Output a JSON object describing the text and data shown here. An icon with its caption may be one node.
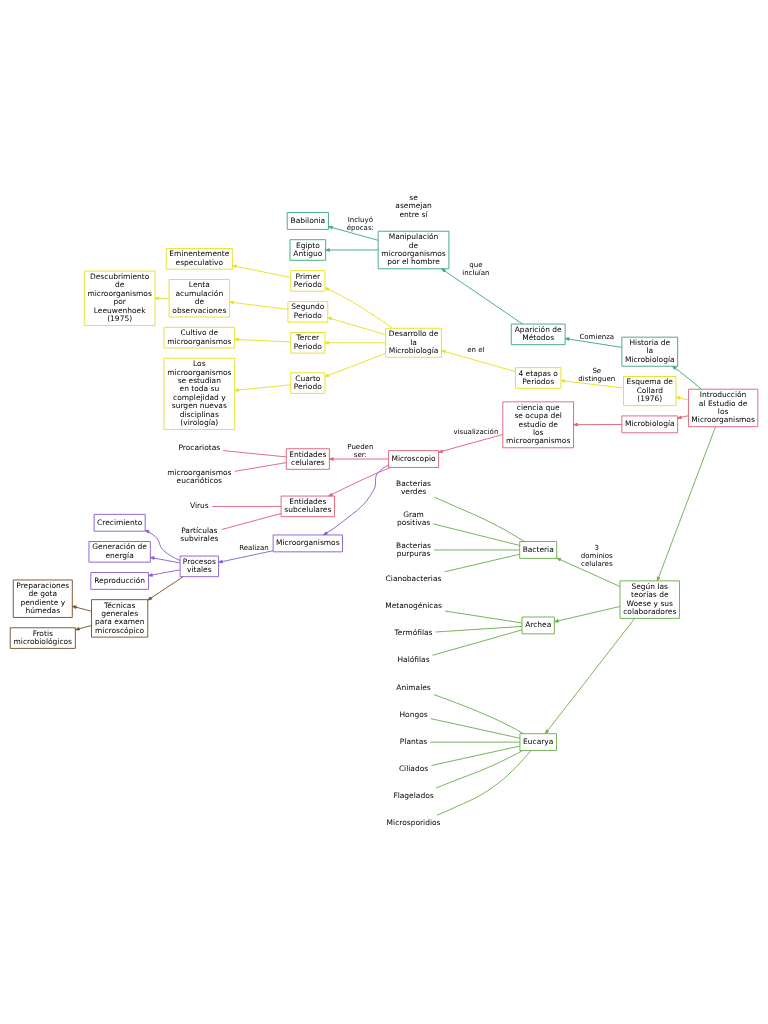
{
  "diagram": {
    "nodes": [
      {
        "text": [
          "Introducción al Estudio de los Microorganismos"
        ]
      },
      {
        "text": [
          "Historia de la Microbiología"
        ]
      },
      {
        "text": [
          "Aparición de Métodos"
        ]
      },
      {
        "text": [
          "Manipulación de microorganismos por el hombre"
        ]
      },
      {
        "text": [
          "Babilonia"
        ]
      },
      {
        "text": [
          "Egipto Antiguo"
        ]
      },
      {
        "text": [
          "Esquema de Collard (1976)"
        ]
      },
      {
        "text": [
          "4 etapas o Periodos"
        ]
      },
      {
        "text": [
          "Desarrollo de la Microbiología"
        ]
      },
      {
        "text": [
          "Primer Periodo"
        ]
      },
      {
        "text": [
          "Eminentemente especulativo"
        ]
      },
      {
        "text": [
          "Segundo Periodo"
        ]
      },
      {
        "text": [
          "Lenta acumulación de observaciones"
        ]
      },
      {
        "text": [
          "Descubrimiento de microorganismos por Leeuwenhoek (1975)"
        ]
      },
      {
        "text": [
          "Tercer Periodo"
        ]
      },
      {
        "text": [
          "Cultivo de microorganismos"
        ]
      },
      {
        "text": [
          "Cuarto Periodo"
        ]
      },
      {
        "text": [
          "Los microorganismos se estudian en toda su complejidad y surgen nuevas disciplinas (virología)"
        ]
      },
      {
        "text": [
          "Microbiología"
        ]
      },
      {
        "text": [
          "ciencia que se ocupa del estudio de los microorganismos"
        ]
      },
      {
        "text": [
          "Microscopio"
        ]
      },
      {
        "text": [
          "Entidades celulares"
        ]
      },
      {
        "text": [
          "Procariotas"
        ]
      },
      {
        "text": [
          "microorganismos eucarióticos"
        ]
      },
      {
        "text": [
          "Entidades subcelulares"
        ]
      },
      {
        "text": [
          "Virus"
        ]
      },
      {
        "text": [
          "Partículas subvirales"
        ]
      },
      {
        "text": [
          "Microorganismos"
        ]
      },
      {
        "text": [
          "Procesos vitales"
        ]
      },
      {
        "text": [
          "Crecimiento"
        ]
      },
      {
        "text": [
          "Generación de energía"
        ]
      },
      {
        "text": [
          "Reproducción"
        ]
      },
      {
        "text": [
          "Técnicas generales para examen microscópico"
        ]
      },
      {
        "text": [
          "Preparaciones de gota pendiente y húmedas"
        ]
      },
      {
        "text": [
          "Frotis microbiológicos"
        ]
      },
      {
        "text": [
          "Según las teorías de Woese y sus colaboradores"
        ]
      },
      {
        "text": [
          "Bacteria"
        ]
      },
      {
        "text": [
          "Bacterias verdes"
        ]
      },
      {
        "text": [
          "Gram positivas"
        ]
      },
      {
        "text": [
          "Bacterias purpuras"
        ]
      },
      {
        "text": [
          "Cianobacterias"
        ]
      },
      {
        "text": [
          "Archea"
        ]
      },
      {
        "text": [
          "Metanogénicas"
        ]
      },
      {
        "text": [
          "Termófilas"
        ]
      },
      {
        "text": [
          "Halófilas"
        ]
      },
      {
        "text": [
          "Eucarya"
        ]
      },
      {
        "text": [
          "Animales"
        ]
      },
      {
        "text": [
          "Hongos"
        ]
      },
      {
        "text": [
          "Plantas"
        ]
      },
      {
        "text": [
          "Ciliados"
        ]
      },
      {
        "text": [
          "Flagelados"
        ]
      },
      {
        "text": [
          "Microsporidios"
        ]
      }
    ],
    "edges": [
      {
        "from": 0,
        "to": 1,
        "arrow": "to",
        "color": "#3fa97a"
      },
      {
        "from": 1,
        "to": 2,
        "arrow": "to",
        "label": "Comienza",
        "color": "#3fa97a"
      },
      {
        "from": 2,
        "to": 3,
        "arrow": "to",
        "label": "que incluían",
        "color": "#3fa97a"
      },
      {
        "from": 3,
        "to": 4,
        "arrow": "to",
        "label": "Incluyó épocas:",
        "color": "#3fa97a"
      },
      {
        "from": 3,
        "to": 5,
        "arrow": "to",
        "color": "#3fa97a"
      },
      {
        "from": 0,
        "to": 6,
        "arrow": "to",
        "color": "#e8e020"
      },
      {
        "from": 6,
        "to": 7,
        "arrow": "to",
        "label": "Se distinguen",
        "color": "#e8e020"
      },
      {
        "from": 7,
        "to": 8,
        "arrow": "to",
        "label": "en el",
        "color": "#e8e020"
      },
      {
        "from": 8,
        "to": 9,
        "arrow": "to",
        "color": "#e8e020"
      },
      {
        "from": 9,
        "to": 10,
        "arrow": "to",
        "color": "#e8e020"
      },
      {
        "from": 8,
        "to": 11,
        "arrow": "to",
        "color": "#e8e020"
      },
      {
        "from": 11,
        "to": 12,
        "arrow": "to",
        "color": "#e8e020"
      },
      {
        "from": 12,
        "to": 13,
        "arrow": "to",
        "color": "#e8e020"
      },
      {
        "from": 8,
        "to": 14,
        "arrow": "to",
        "color": "#e8e020"
      },
      {
        "from": 14,
        "to": 15,
        "arrow": "to",
        "color": "#e8e020"
      },
      {
        "from": 8,
        "to": 16,
        "arrow": "to",
        "color": "#e8e020"
      },
      {
        "from": 16,
        "to": 17,
        "arrow": "to",
        "color": "#e8e020"
      },
      {
        "from": 0,
        "to": 18,
        "arrow": "to",
        "color": "#e06078"
      },
      {
        "from": 18,
        "to": 19,
        "arrow": "to",
        "color": "#e06078"
      },
      {
        "from": 19,
        "to": 20,
        "arrow": "to",
        "label": "visualización",
        "color": "#e06078"
      },
      {
        "from": 20,
        "to": 21,
        "arrow": "to",
        "label": "Pueden ser:",
        "color": "#e06078"
      },
      {
        "from": 21,
        "to": 22,
        "arrow": "none",
        "color": "#e06078"
      },
      {
        "from": 21,
        "to": 23,
        "arrow": "none",
        "color": "#e06078"
      },
      {
        "from": 20,
        "to": 24,
        "arrow": "to",
        "color": "#e06078"
      },
      {
        "from": 24,
        "to": 25,
        "arrow": "none",
        "color": "#e06078"
      },
      {
        "from": 24,
        "to": 26,
        "arrow": "none",
        "color": "#e06078"
      },
      {
        "from": 20,
        "to": 27,
        "arrow": "to",
        "color": "#8a5cd0"
      },
      {
        "from": 27,
        "to": 28,
        "arrow": "to",
        "label": "Realizan",
        "color": "#8a5cd0"
      },
      {
        "from": 28,
        "to": 29,
        "arrow": "to",
        "color": "#8a5cd0"
      },
      {
        "from": 28,
        "to": 30,
        "arrow": "to",
        "color": "#8a5cd0"
      },
      {
        "from": 28,
        "to": 31,
        "arrow": "to",
        "color": "#8a5cd0"
      },
      {
        "from": 28,
        "to": 32,
        "arrow": "to",
        "color": "#7a5028"
      },
      {
        "from": 32,
        "to": 33,
        "arrow": "to",
        "color": "#7a5028"
      },
      {
        "from": 32,
        "to": 34,
        "arrow": "to",
        "color": "#7a5028"
      },
      {
        "from": 0,
        "to": 35,
        "arrow": "to"
      },
      {
        "from": 35,
        "to": 36,
        "arrow": "to",
        "label": "3 dominios celulares"
      },
      {
        "from": 35,
        "to": 41,
        "arrow": "to"
      },
      {
        "from": 35,
        "to": 45,
        "arrow": "to"
      },
      {
        "from": 36,
        "to": 37,
        "arrow": "none"
      },
      {
        "from": 36,
        "to": 38,
        "arrow": "none"
      },
      {
        "from": 36,
        "to": 39,
        "arrow": "none"
      },
      {
        "from": 36,
        "to": 40,
        "arrow": "none"
      },
      {
        "from": 41,
        "to": 42,
        "arrow": "none"
      },
      {
        "from": 41,
        "to": 43,
        "arrow": "none"
      },
      {
        "from": 41,
        "to": 44,
        "arrow": "none"
      },
      {
        "from": 45,
        "to": 46,
        "arrow": "none"
      },
      {
        "from": 45,
        "to": 47,
        "arrow": "none"
      },
      {
        "from": 45,
        "to": 48,
        "arrow": "none"
      },
      {
        "from": 45,
        "to": 49,
        "arrow": "none"
      },
      {
        "from": 45,
        "to": 50,
        "arrow": "none"
      },
      {
        "from": 45,
        "to": 51,
        "arrow": "none"
      }
    ],
    "labels": [
      "se asemejan entre sí"
    ]
  }
}
